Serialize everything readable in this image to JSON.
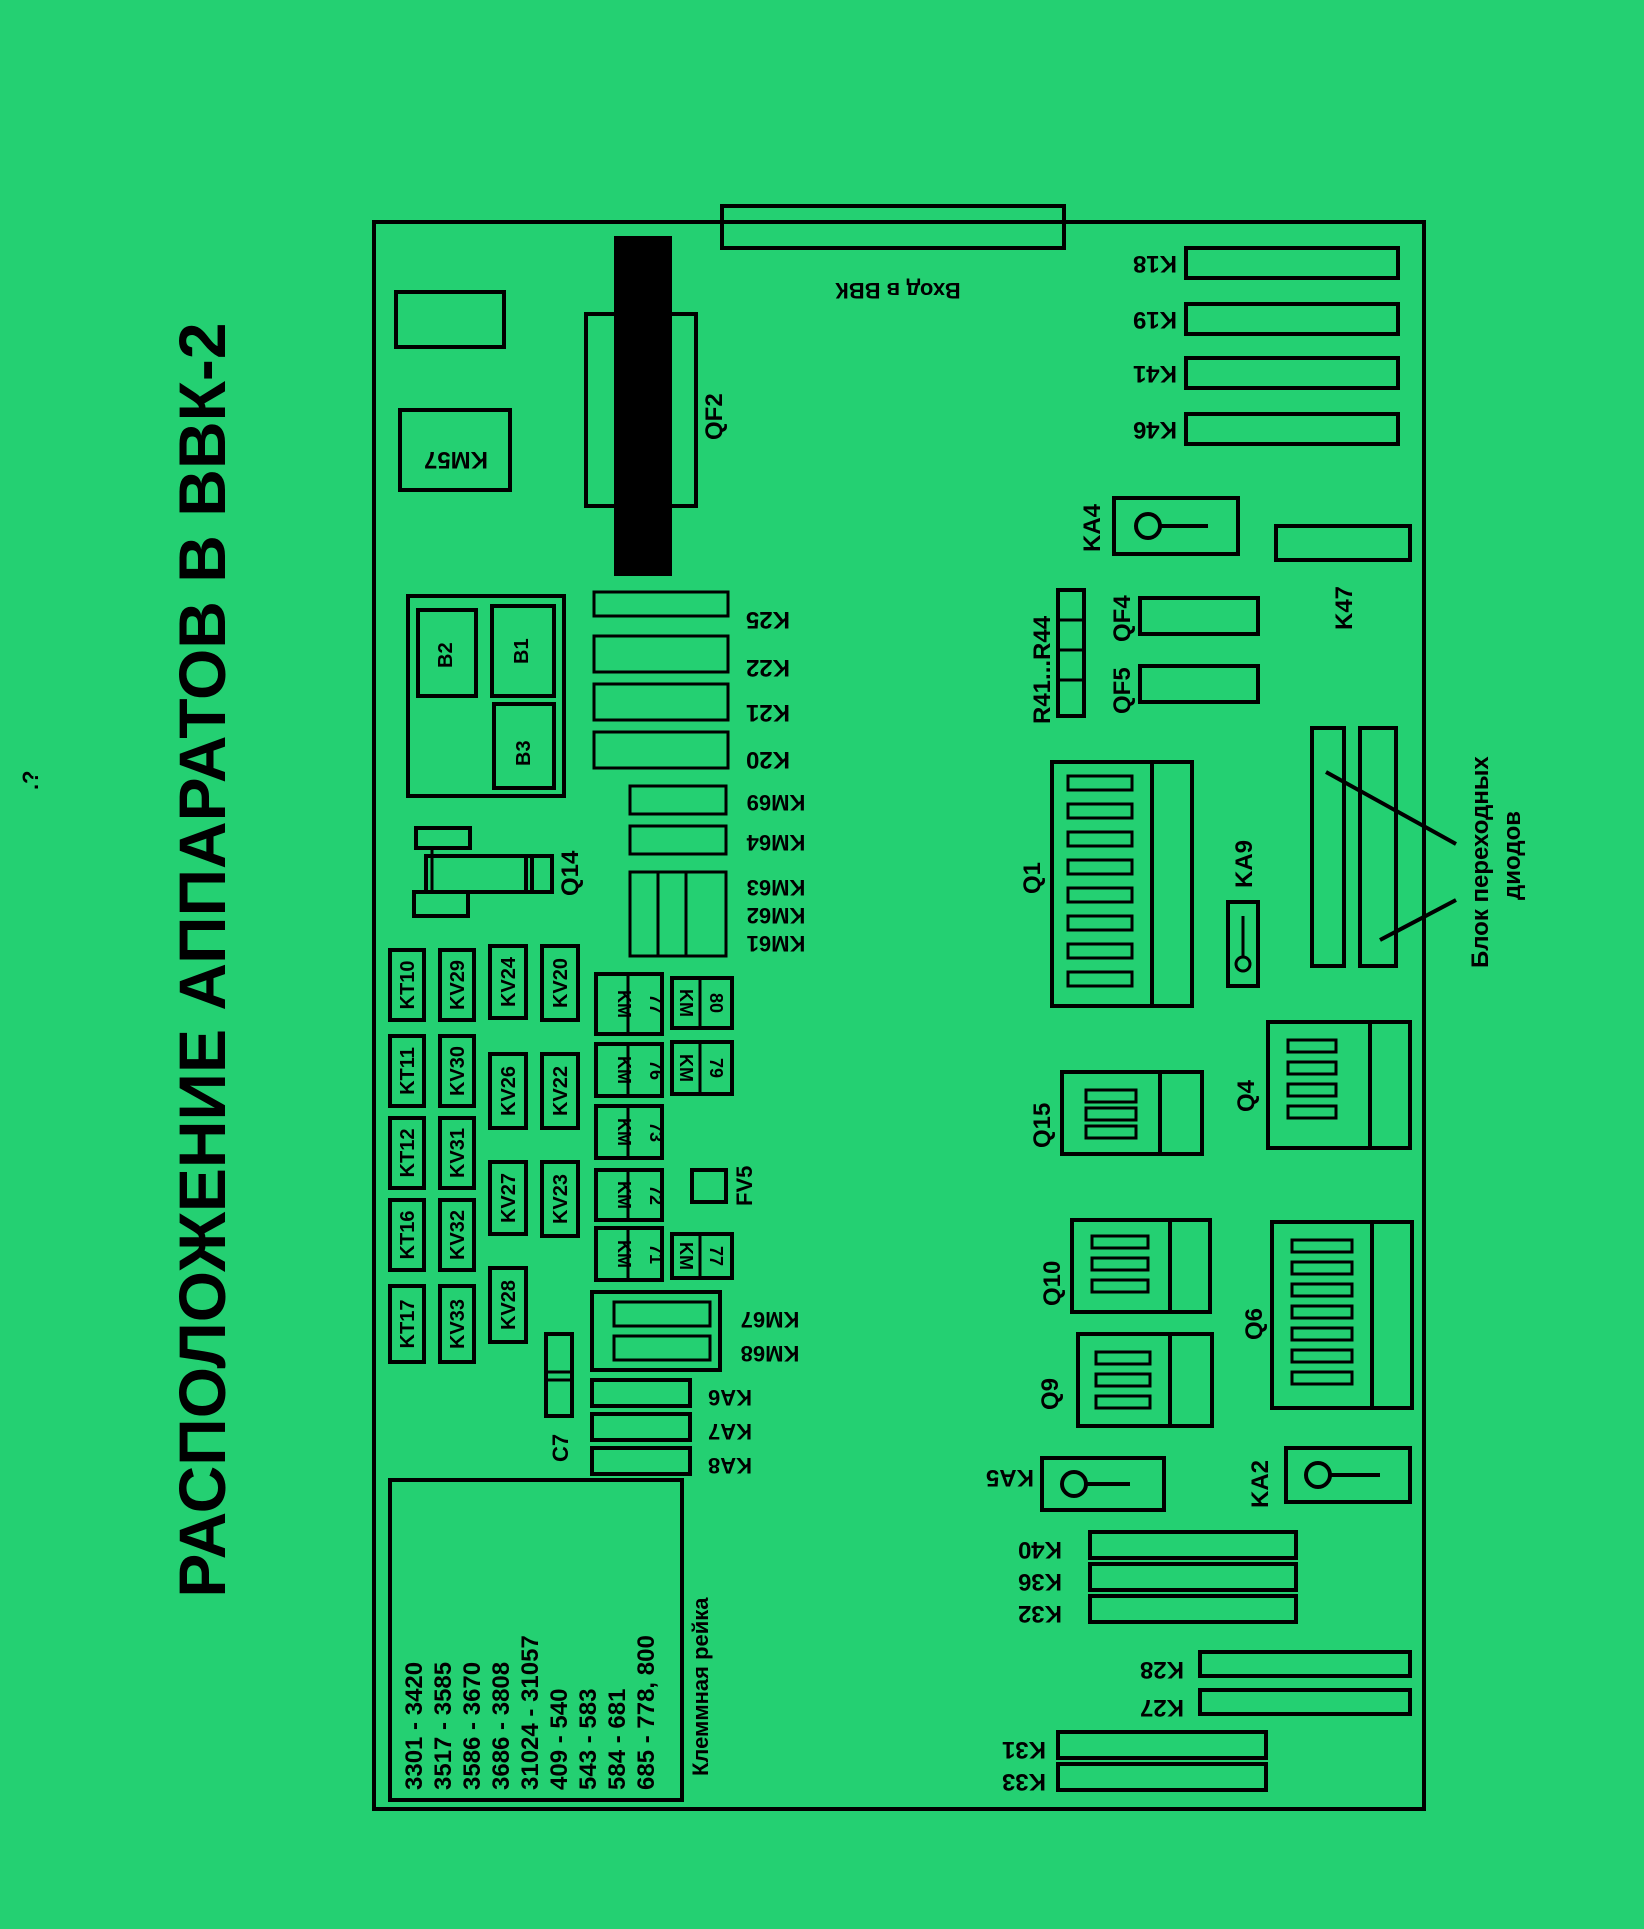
{
  "title": "РАСПОЛОЖЕНИЕ АППАРАТОВ В ВВК-2",
  "stray_mark": ".?",
  "input_label": "Вход в ВВК",
  "top_left": {
    "km57": "KM57",
    "qf2": "QF2"
  },
  "b_block": {
    "b1": "B1",
    "b2": "B2",
    "b3": "B3"
  },
  "k_group_a": [
    "K25",
    "K22",
    "K21",
    "K20"
  ],
  "km_group_a": [
    "KM69",
    "KM64",
    "KM63",
    "KM62",
    "KM61"
  ],
  "q14": "Q14",
  "kt": [
    "KT10",
    "KT11",
    "KT12",
    "KT16",
    "KT17"
  ],
  "kv_col1": [
    "KV29",
    "KV30",
    "KV31",
    "KV32",
    "KV33"
  ],
  "kv_col2": [
    "KV24",
    "KV26",
    "KV27",
    "KV28"
  ],
  "kv_col3": [
    "KV20",
    "KV22",
    "KV23"
  ],
  "km_small": {
    "km77a": [
      "KM",
      "77"
    ],
    "km76": [
      "KM",
      "76"
    ],
    "km73": [
      "KM",
      "73"
    ],
    "km72": [
      "KM",
      "72"
    ],
    "km71": [
      "KM",
      "71"
    ],
    "km77b": [
      "KM",
      "77"
    ],
    "km80": [
      "KM",
      "80"
    ],
    "km79": [
      "KM",
      "79"
    ]
  },
  "fv5": "FV5",
  "km67": "KM67",
  "km68": "KM68",
  "ka_left": [
    "KA6",
    "KA7",
    "KA8"
  ],
  "c7": "C7",
  "terminal": {
    "ranges": [
      "3301 - 3420",
      "3517 - 3585",
      "3586 - 3670",
      "3686 - 3808",
      "31024 - 31057",
      "409 - 540",
      "543 - 583",
      "584 - 681",
      "685 - 778, 800"
    ],
    "caption": "Клеммная рейка"
  },
  "k_right_top": [
    "K18",
    "K19",
    "K41",
    "K46"
  ],
  "ka4": "KA4",
  "k47": "K47",
  "r41_44": "R41...R44",
  "qf4": "QF4",
  "qf5": "QF5",
  "q1": "Q1",
  "ka9": "KA9",
  "diode_caption": [
    "Блок переходных",
    "диодов"
  ],
  "q15": "Q15",
  "q4": "Q4",
  "q10": "Q10",
  "q9": "Q9",
  "q6": "Q6",
  "ka5": "KA5",
  "ka2": "KA2",
  "k_bottom_a": [
    "K40",
    "K36",
    "K32"
  ],
  "k_bottom_b": [
    "K28",
    "K27"
  ],
  "k_bottom_c": [
    "K31",
    "K33"
  ]
}
